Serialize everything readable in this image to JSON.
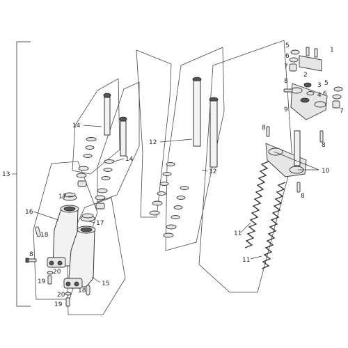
{
  "labels": {
    "l1": "1",
    "l2": "2",
    "l3": "3",
    "l4": "4",
    "l5a": "5",
    "l5b": "5",
    "l6a": "6",
    "l6b": "6",
    "l7a": "7",
    "l7b": "7",
    "l8a": "8",
    "l8b": "8",
    "l8c": "8",
    "l8d": "8",
    "l9": "9",
    "l10": "10",
    "l11a": "11",
    "l11b": "11",
    "l12a": "12",
    "l12b": "12",
    "l13": "13",
    "l14a": "14",
    "l14b": "14",
    "l15": "15",
    "l16": "16",
    "l17a": "17",
    "l17b": "17",
    "l18a": "18",
    "l18b": "18",
    "l19a": "19",
    "l19b": "19",
    "l20a": "20",
    "l20b": "20"
  }
}
